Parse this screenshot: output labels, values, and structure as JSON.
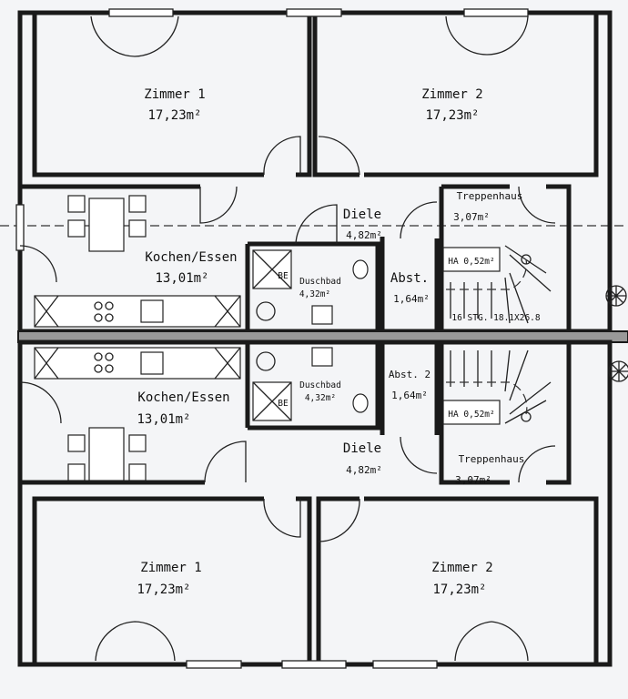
{
  "plan": {
    "upper_unit": {
      "rooms": [
        {
          "name": "Zimmer 1",
          "area": "17,23m²"
        },
        {
          "name": "Zimmer 2",
          "area": "17,23m²"
        },
        {
          "name": "Kochen/Essen",
          "area": "13,01m²"
        },
        {
          "name": "Diele",
          "area": "4,82m²"
        },
        {
          "name": "Duschbad",
          "area": "4,32m²"
        },
        {
          "name": "Abst.",
          "area": "1,64m²"
        },
        {
          "name": "Treppenhaus",
          "area": "3,07m²"
        },
        {
          "name": "HA 0,52m²"
        }
      ],
      "stair_note": "16 STG. 18.1X26.8",
      "shower_label": "BE"
    },
    "lower_unit": {
      "rooms": [
        {
          "name": "Zimmer 1",
          "area": "17,23m²"
        },
        {
          "name": "Zimmer 2",
          "area": "17,23m²"
        },
        {
          "name": "Kochen/Essen",
          "area": "13,01m²"
        },
        {
          "name": "Diele",
          "area": "4,82m²"
        },
        {
          "name": "Duschbad",
          "area": "4,32m²"
        },
        {
          "name": "Abst. 2",
          "area": "1,64m²"
        },
        {
          "name": "Treppenhaus",
          "area": "3,07m²"
        },
        {
          "name": "HA 0,52m²"
        }
      ],
      "shower_label": "BE"
    }
  }
}
